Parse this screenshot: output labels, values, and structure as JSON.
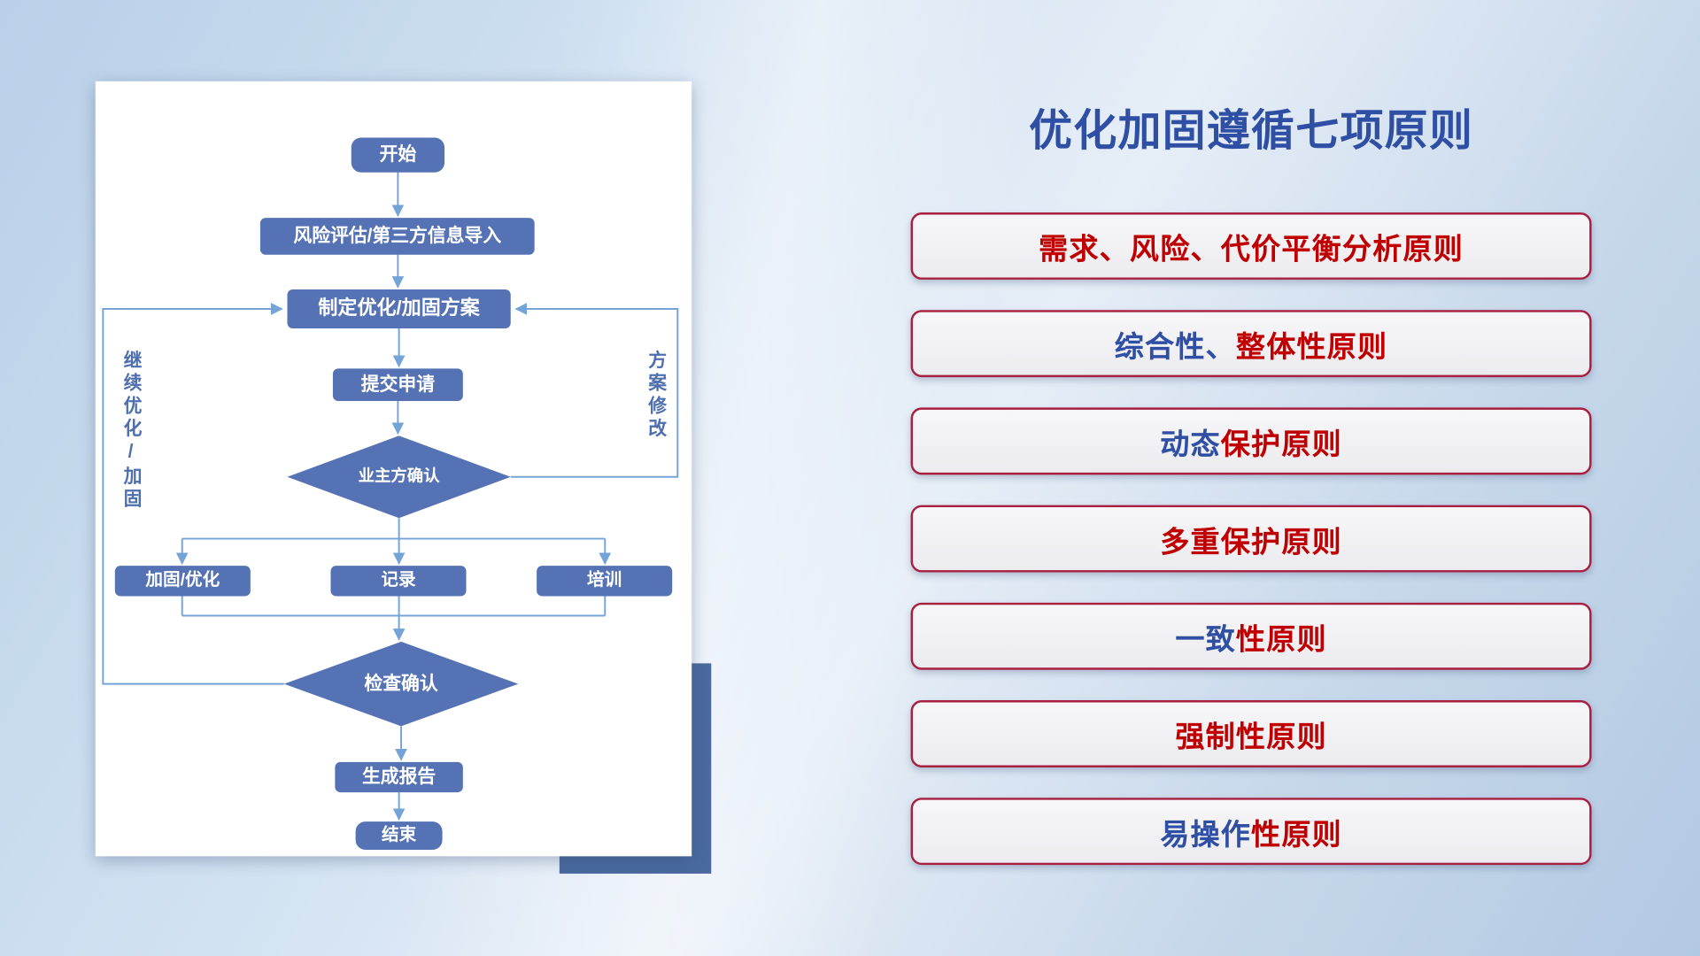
{
  "colors": {
    "title_blue": "#2e4fa3",
    "keyword_blue": "#2e4fa3",
    "principle_red": "#c00000",
    "box_border_red": "#a81f3f",
    "node_blue": "#5573b4",
    "connector_blue": "#74a3d8",
    "loop_label_blue": "#4e6fae",
    "shadow_block_blue": "#4a6a9e"
  },
  "flowchart": {
    "nodes": {
      "start": "开始",
      "risk_import": "风险评估/第三方信息导入",
      "plan": "制定优化/加固方案",
      "submit": "提交申请",
      "owner_confirm": "业主方确认",
      "harden": "加固/优化",
      "record": "记录",
      "training": "培训",
      "check_confirm": "检查确认",
      "report": "生成报告",
      "end": "结束"
    },
    "loop_labels": {
      "left": "继续优化/加固",
      "right": "方案修改"
    }
  },
  "principles": {
    "title": "优化加固遵循七项原则",
    "items": [
      {
        "segments": [
          {
            "text": "需求、风险、代价平衡分析原则",
            "color": "red"
          }
        ]
      },
      {
        "segments": [
          {
            "text": "综合性、",
            "color": "blue"
          },
          {
            "text": "整体性原则",
            "color": "red"
          }
        ]
      },
      {
        "segments": [
          {
            "text": "动态",
            "color": "blue"
          },
          {
            "text": "保护原则",
            "color": "red"
          }
        ]
      },
      {
        "segments": [
          {
            "text": "多重保护原则",
            "color": "red"
          }
        ]
      },
      {
        "segments": [
          {
            "text": "一致",
            "color": "blue"
          },
          {
            "text": "性原则",
            "color": "red"
          }
        ]
      },
      {
        "segments": [
          {
            "text": "强制性原则",
            "color": "red"
          }
        ]
      },
      {
        "segments": [
          {
            "text": "易操作",
            "color": "blue"
          },
          {
            "text": "性原则",
            "color": "red"
          }
        ]
      }
    ]
  }
}
